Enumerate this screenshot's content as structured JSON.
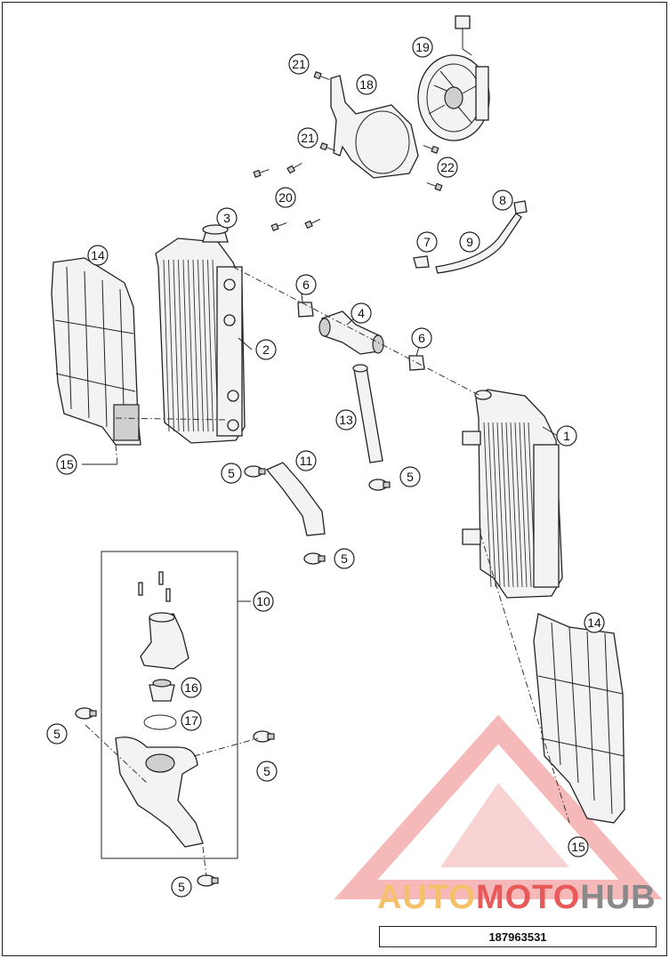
{
  "callouts": [
    {
      "label": "1"
    },
    {
      "label": "2"
    },
    {
      "label": "3"
    },
    {
      "label": "4"
    },
    {
      "label": "5"
    },
    {
      "label": "5"
    },
    {
      "label": "5"
    },
    {
      "label": "5"
    },
    {
      "label": "5"
    },
    {
      "label": "5"
    },
    {
      "label": "6"
    },
    {
      "label": "6"
    },
    {
      "label": "7"
    },
    {
      "label": "8"
    },
    {
      "label": "9"
    },
    {
      "label": "10"
    },
    {
      "label": "11"
    },
    {
      "label": "13"
    },
    {
      "label": "14"
    },
    {
      "label": "14"
    },
    {
      "label": "15"
    },
    {
      "label": "15"
    },
    {
      "label": "16"
    },
    {
      "label": "17"
    },
    {
      "label": "18"
    },
    {
      "label": "19"
    },
    {
      "label": "20"
    },
    {
      "label": "21"
    },
    {
      "label": "21"
    },
    {
      "label": "22"
    }
  ],
  "part_number": "187963531",
  "watermark": {
    "part1": "AUTO",
    "part2": "MOTO",
    "part3": "HUB",
    "color_auto": "#f5c06a",
    "color_moto": "#e85a5a",
    "color_hub": "#8a8a8a"
  }
}
